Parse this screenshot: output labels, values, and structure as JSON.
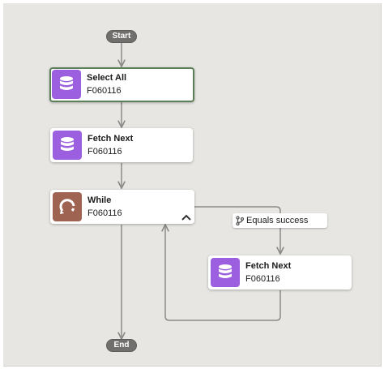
{
  "flow": {
    "start_label": "Start",
    "end_label": "End",
    "nodes": [
      {
        "title": "Select All",
        "subtitle": "F060116",
        "icon": "database-icon",
        "selected": true
      },
      {
        "title": "Fetch Next",
        "subtitle": "F060116",
        "icon": "database-icon"
      },
      {
        "title": "While",
        "subtitle": "F060116",
        "icon": "loop-icon"
      },
      {
        "title": "Fetch Next",
        "subtitle": "F060116",
        "icon": "database-icon"
      }
    ],
    "condition": {
      "label": "Equals success",
      "icon": "branch-icon"
    }
  },
  "colors": {
    "canvas": "#e7e6e3",
    "connector": "#8c8b89",
    "database_icon_bg": "#9c5fe0",
    "loop_icon_bg": "#9f6352",
    "terminal_pill": "#706f6d",
    "selected_border": "#5b7f56"
  }
}
